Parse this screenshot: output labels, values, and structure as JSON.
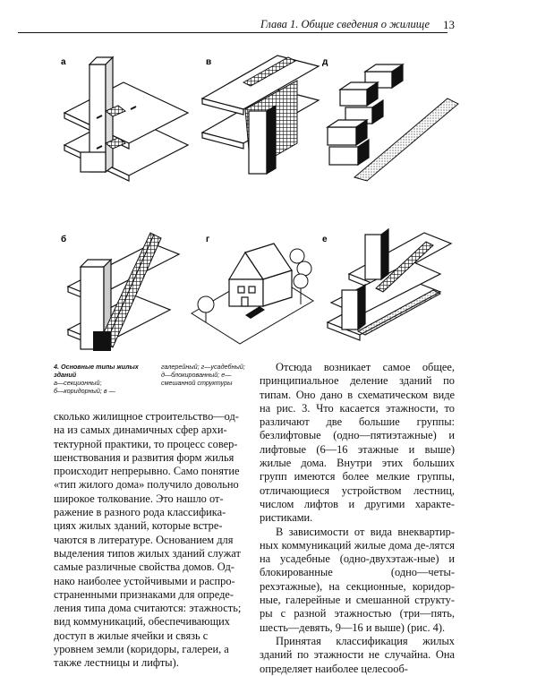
{
  "header": {
    "chapter_title": "Глава 1. Общие сведения о жилище",
    "page_number": "13"
  },
  "figure": {
    "panel_labels": [
      "а",
      "в",
      "д",
      "б",
      "г",
      "е"
    ]
  },
  "caption": {
    "title": "4. Основные типы жилых зданий",
    "item_a": "а—секционный;",
    "item_b": "б—коридорный; в —",
    "item_c": "галерейный; г—усадебный;",
    "item_d": "д—блокированный; е—",
    "item_e": "смешанной структуры"
  },
  "left_column": {
    "lines": [
      "сколько жилищное строительство—од-",
      "на из самых динамичных сфер архи-",
      "тектурной практики, то процесс совер-",
      "шенствования и развития форм жилья",
      "происходит непрерывно. Само понятие",
      "«тип жилого дома» получило довольно",
      "широкое толкование. Это нашло от-",
      "ражение в разного рода классифика-",
      "циях жилых зданий, которые встре-",
      "чаются в литературе. Основанием для",
      "выделения типов жилых зданий служат",
      "самые различные свойства домов. Од-",
      "нако наиболее устойчивыми и распро-",
      "страненными признаками для опреде-",
      "ления типа дома считаются: этажность;",
      "вид коммуникаций, обеспечивающих",
      "доступ в жилые ячейки и связь с",
      "уровнем земли (коридоры, галереи, а",
      "также лестницы и лифты)."
    ]
  },
  "right_column": {
    "para1": "Отсюда возникает самое общее, принципиальное деление зданий по типам. Оно дано в схематическом виде на рис. 3. Что касается этажности, то различают две большие группы: безлифтовые (одно—пятиэтажные) и лифтовые (6—16 этажные и выше) жилые дома. Внутри этих больших групп имеются более мелкие группы, отличающиеся устройством лестниц, числом лифтов и другими характе-ристиками.",
    "para2": "В зависимости от вида внеквартир-ных коммуникаций жилые дома де-лятся на усадебные (одно-двухэтаж-ные) и блокированные (одно—четы-рехэтажные), на секционные, коридор-ные, галерейные и смешанной структу-ры с разной этажностью (три—пять, шесть—девять, 9—16 и выше) (рис. 4).",
    "para3": "Принятая классификация жилых зданий по этажности не случайна. Она определяет наиболее целесооб-"
  }
}
